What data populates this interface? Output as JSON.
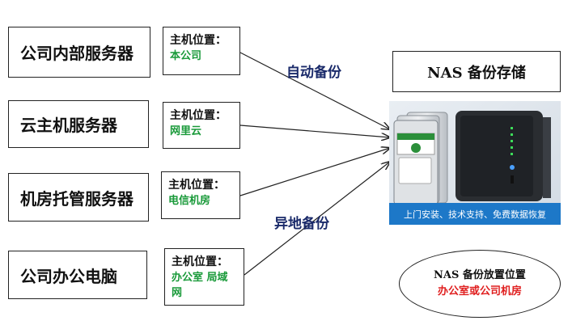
{
  "servers": [
    {
      "name": "公司内部服务器",
      "loc_label": "主机位置：",
      "loc_value": "本公司"
    },
    {
      "name": "云主机服务器",
      "loc_label": "主机位置：",
      "loc_value": "网里云"
    },
    {
      "name": "机房托管服务器",
      "loc_label": "主机位置：",
      "loc_value": "电信机房"
    },
    {
      "name": "公司办公电脑",
      "loc_label": "主机位置：",
      "loc_value": "办公室 局域网"
    }
  ],
  "edges": {
    "top_label": "自动备份",
    "bottom_label": "异地备份"
  },
  "nas": {
    "title": "NAS 备份存储",
    "promo_text": "上门安装、技术支持、免费数据恢复"
  },
  "note": {
    "line1": "NAS 备份放置位置",
    "line2": "办公室或公司机房"
  },
  "colors": {
    "location_value": "#1a9a3a",
    "note_highlight": "#e02020",
    "edge_label": "#1a2a6a",
    "promo_bg": "#1d78c8"
  }
}
